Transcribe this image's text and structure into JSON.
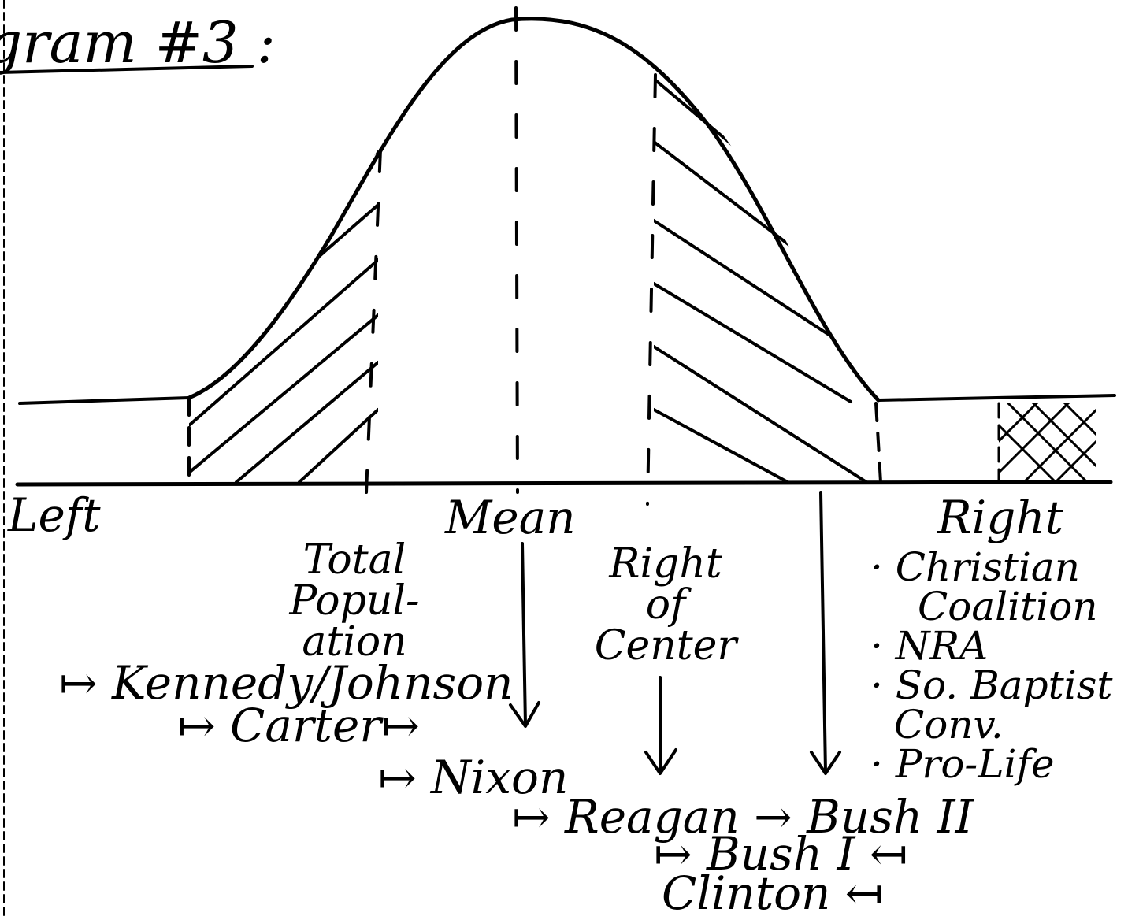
{
  "title": "gram #3 :",
  "axis": {
    "left": "Left",
    "mean": "Mean",
    "right": "Right"
  },
  "sections": {
    "total_population": [
      "Total",
      "Popul-",
      "ation"
    ],
    "right_of_center": [
      "Right",
      "of",
      "Center"
    ]
  },
  "right_groups": [
    "· Christian",
    "Coalition",
    "· NRA",
    "· So. Baptist",
    "Conv.",
    "· Pro-Life"
  ],
  "presidents": {
    "kennedy_johnson": "↦ Kennedy/Johnson",
    "carter": "↦ Carter↦",
    "nixon": "↦ Nixon",
    "reagan": "↦ Reagan → Bush II",
    "bush1": "↦ Bush I ↤",
    "clinton": "Clinton ↤"
  },
  "colors": {
    "ink": "#000000",
    "background": "#ffffff"
  }
}
